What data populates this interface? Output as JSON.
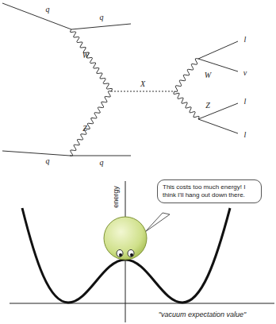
{
  "diagram": {
    "nodes": [
      {
        "text": [
          "This costs too much energy! I think I'll hang out down there."
        ]
      }
    ],
    "labels": [
      "q",
      "q",
      "W",
      "Z",
      "X",
      "W",
      "Z",
      "l",
      "ν",
      "l",
      "l",
      "q",
      "q",
      "energy",
      "\"vacuum expectation value\""
    ]
  }
}
